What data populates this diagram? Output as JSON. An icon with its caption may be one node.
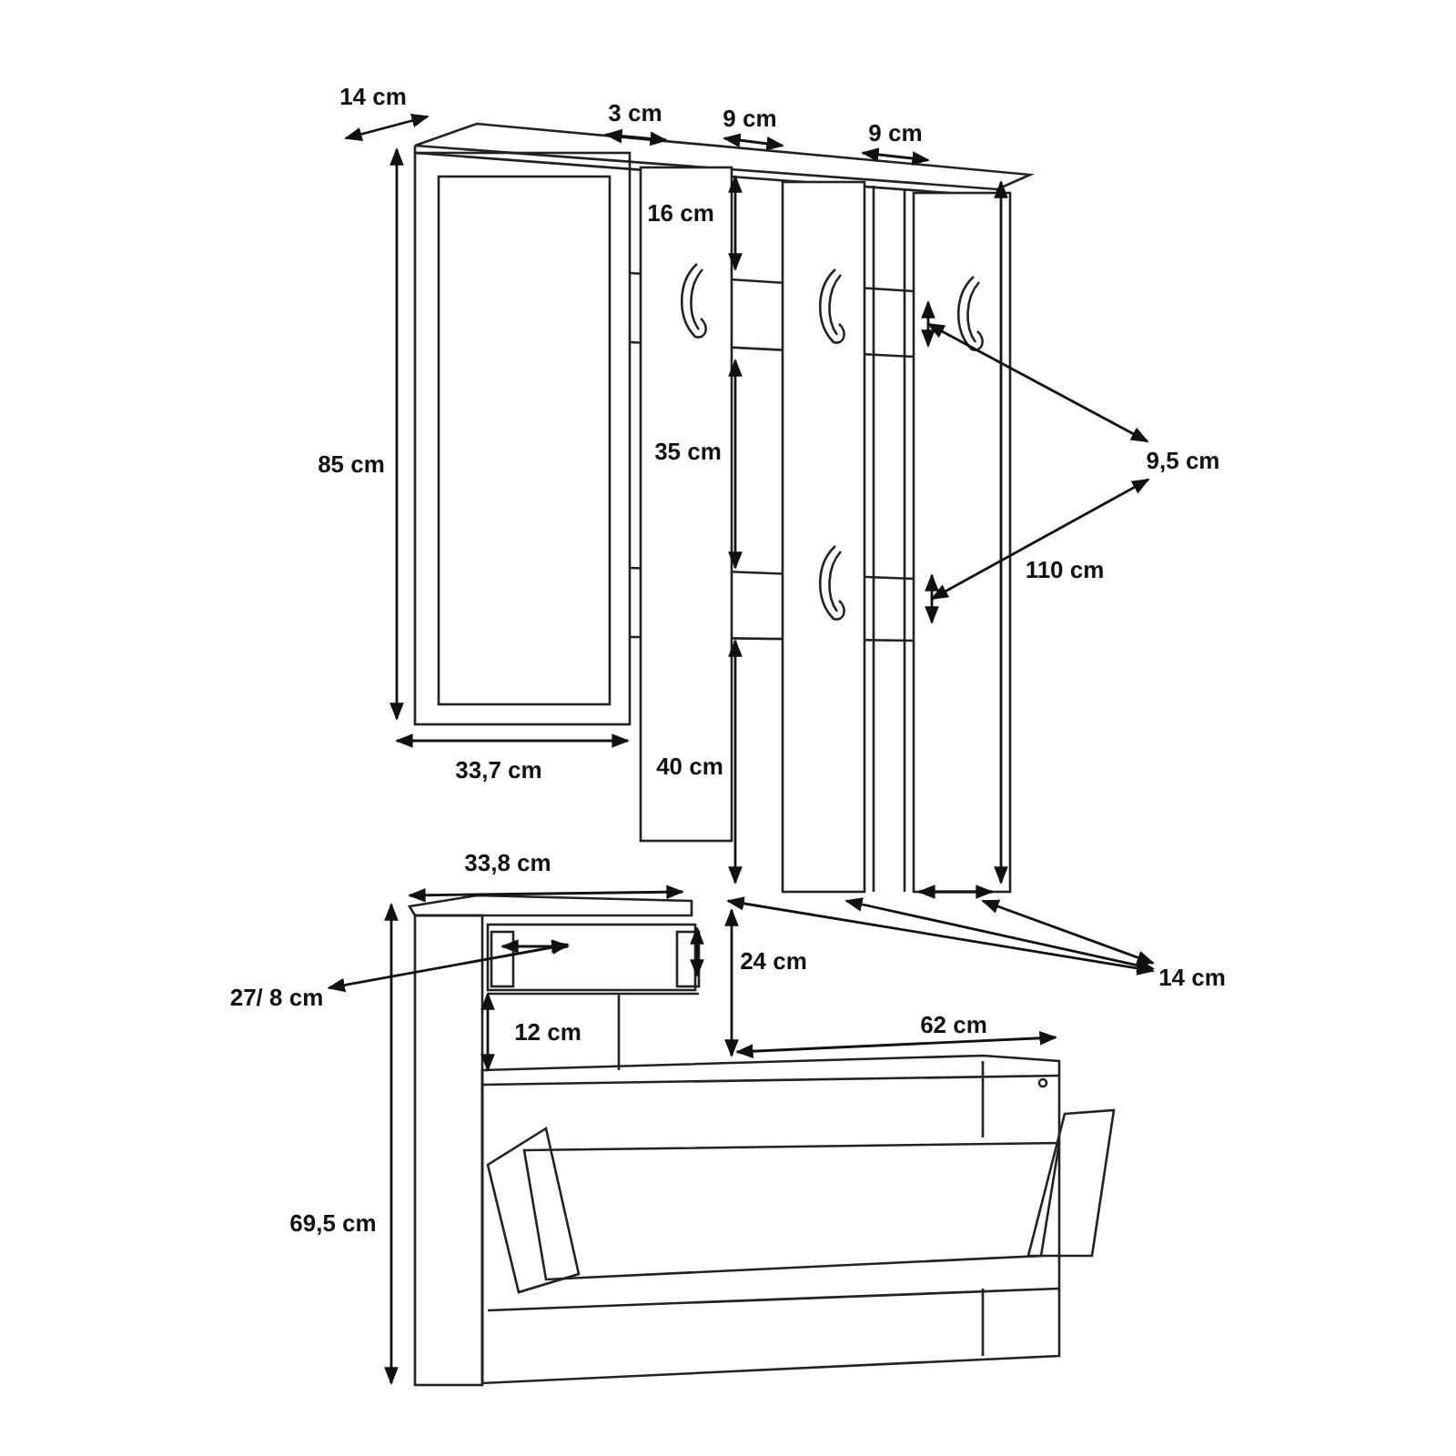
{
  "diagram": {
    "nodes": [
      {
        "text": [
          "9,5 cm"
        ]
      },
      {
        "text": [
          "14 cm"
        ]
      },
      {
        "text": [
          "27/ 8 cm"
        ]
      }
    ],
    "edges": [
      {
        "from": 0,
        "to": null,
        "arrow": "both"
      },
      {
        "from": 0,
        "to": null,
        "arrow": "both"
      },
      {
        "from": 1,
        "to": null,
        "arrow": "both"
      },
      {
        "from": 1,
        "to": null,
        "arrow": "both"
      },
      {
        "from": 1,
        "to": null,
        "arrow": "both"
      },
      {
        "from": 2,
        "to": null,
        "arrow": "both"
      }
    ],
    "labels": [
      "14 cm",
      "3 cm",
      "9 cm",
      "9 cm",
      "16 cm",
      "85 cm",
      "35 cm",
      "110 cm",
      "33,7 cm",
      "40 cm",
      "33,8 cm",
      "24 cm",
      "12 cm",
      "62 cm",
      "69,5 cm"
    ]
  }
}
